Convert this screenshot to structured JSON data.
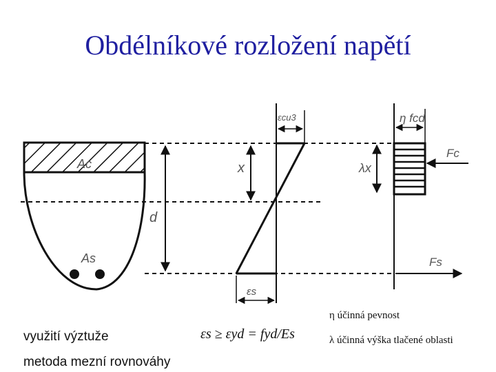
{
  "title": "Obdélníkové rozložení napětí",
  "diagram": {
    "label_Ac": "Ac",
    "label_As": "As",
    "label_x": "x",
    "label_d": "d",
    "label_eps_cu": "εcu3",
    "label_eps_s": "εs",
    "label_lambda_x": "λx",
    "label_eta_fcd": "η fcd",
    "label_Fc": "Fc",
    "label_Fs": "Fs"
  },
  "notes": {
    "line1": "využití výztuže",
    "line2": "metoda mezní rovnováhy",
    "formula": "εs ≥ εyd = fyd/Es",
    "eta_def": "η účinná pevnost",
    "lambda_def": "λ účinná výška tlačené oblasti"
  }
}
